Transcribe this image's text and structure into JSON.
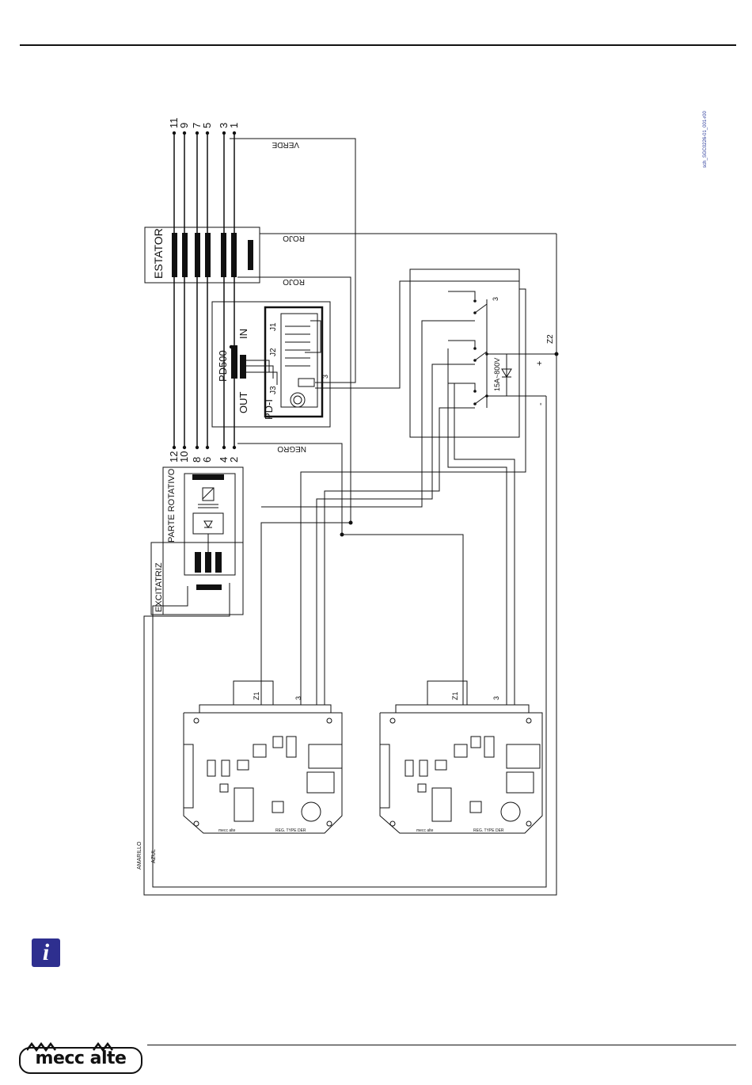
{
  "document": {
    "code": "sch_SGC0226-01_001-r00"
  },
  "schematic": {
    "blocks": {
      "estator": "ESTATOR",
      "pd500": "PD500",
      "parte_rotativo": "PARTE ROTATIVO",
      "excitatriz": "EXCITATRIZ"
    },
    "pd500_labels": {
      "out": "OUT",
      "in": "IN",
      "pd_i": "PD-I",
      "j1": "J1",
      "j2": "J2",
      "j3": "J3",
      "three": "3"
    },
    "terminals_top": [
      "11",
      "9",
      "7",
      "5",
      "3",
      "1"
    ],
    "terminals_bottom": [
      "12",
      "10",
      "8",
      "6",
      "4",
      "2"
    ],
    "wire_labels": {
      "verde": "VERDE",
      "rojo_1": "ROJO",
      "rojo_2": "ROJO",
      "negro": "NEGRO",
      "amarillo": "AMARILLO",
      "azul": "AZUL"
    },
    "relay": {
      "rating": "15A~800V",
      "plus": "+",
      "minus": "-",
      "z2": "Z2",
      "three": "3"
    },
    "regulator": {
      "z1": "Z1",
      "three": "3",
      "type_label": "REG. TYPE DER",
      "brand_label": "mecc alte"
    }
  },
  "logo": {
    "text": "mecc alte"
  }
}
